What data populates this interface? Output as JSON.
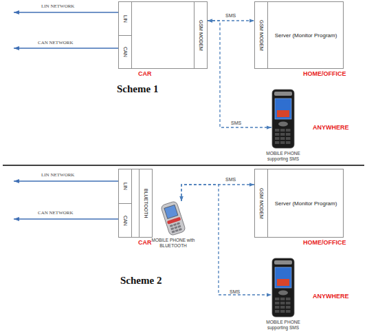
{
  "diagram": {
    "nodes": [
      {
        "text": [
          "CAR"
        ]
      },
      {
        "text": [
          "LIN"
        ],
        "in": 0
      },
      {
        "text": [
          "CAN"
        ],
        "in": 0
      },
      {
        "text": [
          "GSM MODEM"
        ],
        "in": 0
      },
      {
        "text": [
          "Server (Monitor Program)",
          "HOME/OFFICE"
        ]
      },
      {
        "text": [
          "GSM MODEM"
        ],
        "in": 4
      },
      {
        "text": [
          "MOBILE PHONE supporting SMS",
          "ANYWHERE"
        ]
      },
      {
        "text": [
          "CAR"
        ]
      },
      {
        "text": [
          "LIN"
        ],
        "in": 7
      },
      {
        "text": [
          "CAN"
        ],
        "in": 7
      },
      {
        "text": [
          "BLUETOOTH"
        ],
        "in": 7
      },
      {
        "text": [
          "MOBILE PHONE with BLUETOOTH"
        ]
      },
      {
        "text": [
          "Server (Monitor Program)",
          "HOME/OFFICE"
        ]
      },
      {
        "text": [
          "GSM MODEM"
        ],
        "in": 12
      },
      {
        "text": [
          "MOBILE PHONE supporting SMS",
          "ANYWHERE"
        ]
      }
    ],
    "edges": [
      {
        "from": 3,
        "to": 5,
        "label": "SMS",
        "arrow": "both"
      },
      {
        "from": 3,
        "to": 6,
        "label": "SMS",
        "arrow": "both"
      },
      {
        "from": 11,
        "to": 13,
        "label": "SMS",
        "arrow": "both"
      },
      {
        "from": 11,
        "to": 14,
        "label": "SMS",
        "arrow": "both"
      }
    ],
    "labels": [
      "LIN NETWORK",
      "CAN NETWORK",
      "Scheme 1",
      "LIN NETWORK",
      "CAN NETWORK",
      "Scheme 2"
    ]
  }
}
